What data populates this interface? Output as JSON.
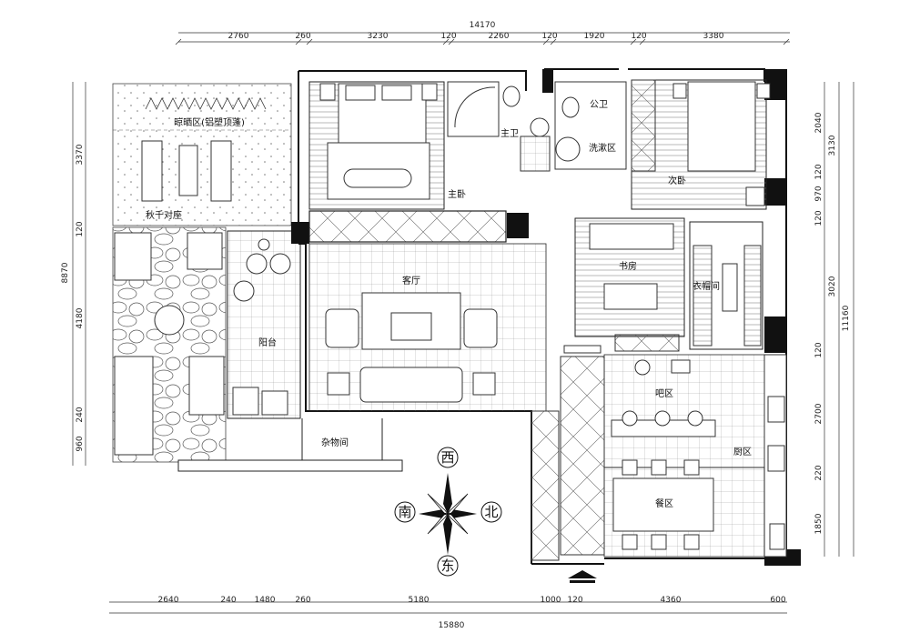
{
  "dimensions": {
    "top_total": "14170",
    "top": [
      "2760",
      "260",
      "3230",
      "120",
      "2260",
      "120",
      "1920",
      "120",
      "3380"
    ],
    "bottom_total": "15880",
    "bottom": [
      "2640",
      "240",
      "1480",
      "260",
      "5180",
      "1000",
      "120",
      "4360",
      "600"
    ],
    "left_total": "8870",
    "left": [
      "3370",
      "120",
      "4180",
      "240",
      "960"
    ],
    "right_total": "11160",
    "right_outer": [
      "3130",
      "3020"
    ],
    "right_inner": [
      "2040",
      "120",
      "970",
      "120",
      "120",
      "2700",
      "220",
      "1850"
    ]
  },
  "rooms": {
    "sunshade": "晾晒区(铝塑顶蓬)",
    "swing": "秋千对座",
    "master_bedroom": "主卧",
    "master_bath": "主卫",
    "public_bath": "公卫",
    "wash": "洗漱区",
    "second_bedroom": "次卧",
    "living": "客厅",
    "study": "书房",
    "wardrobe": "衣帽间",
    "balcony": "阳台",
    "bar": "吧区",
    "kitchen": "厨区",
    "storage": "杂物间",
    "dining": "餐区"
  },
  "compass": {
    "north": "北",
    "south": "南",
    "east": "东",
    "west": "西"
  }
}
